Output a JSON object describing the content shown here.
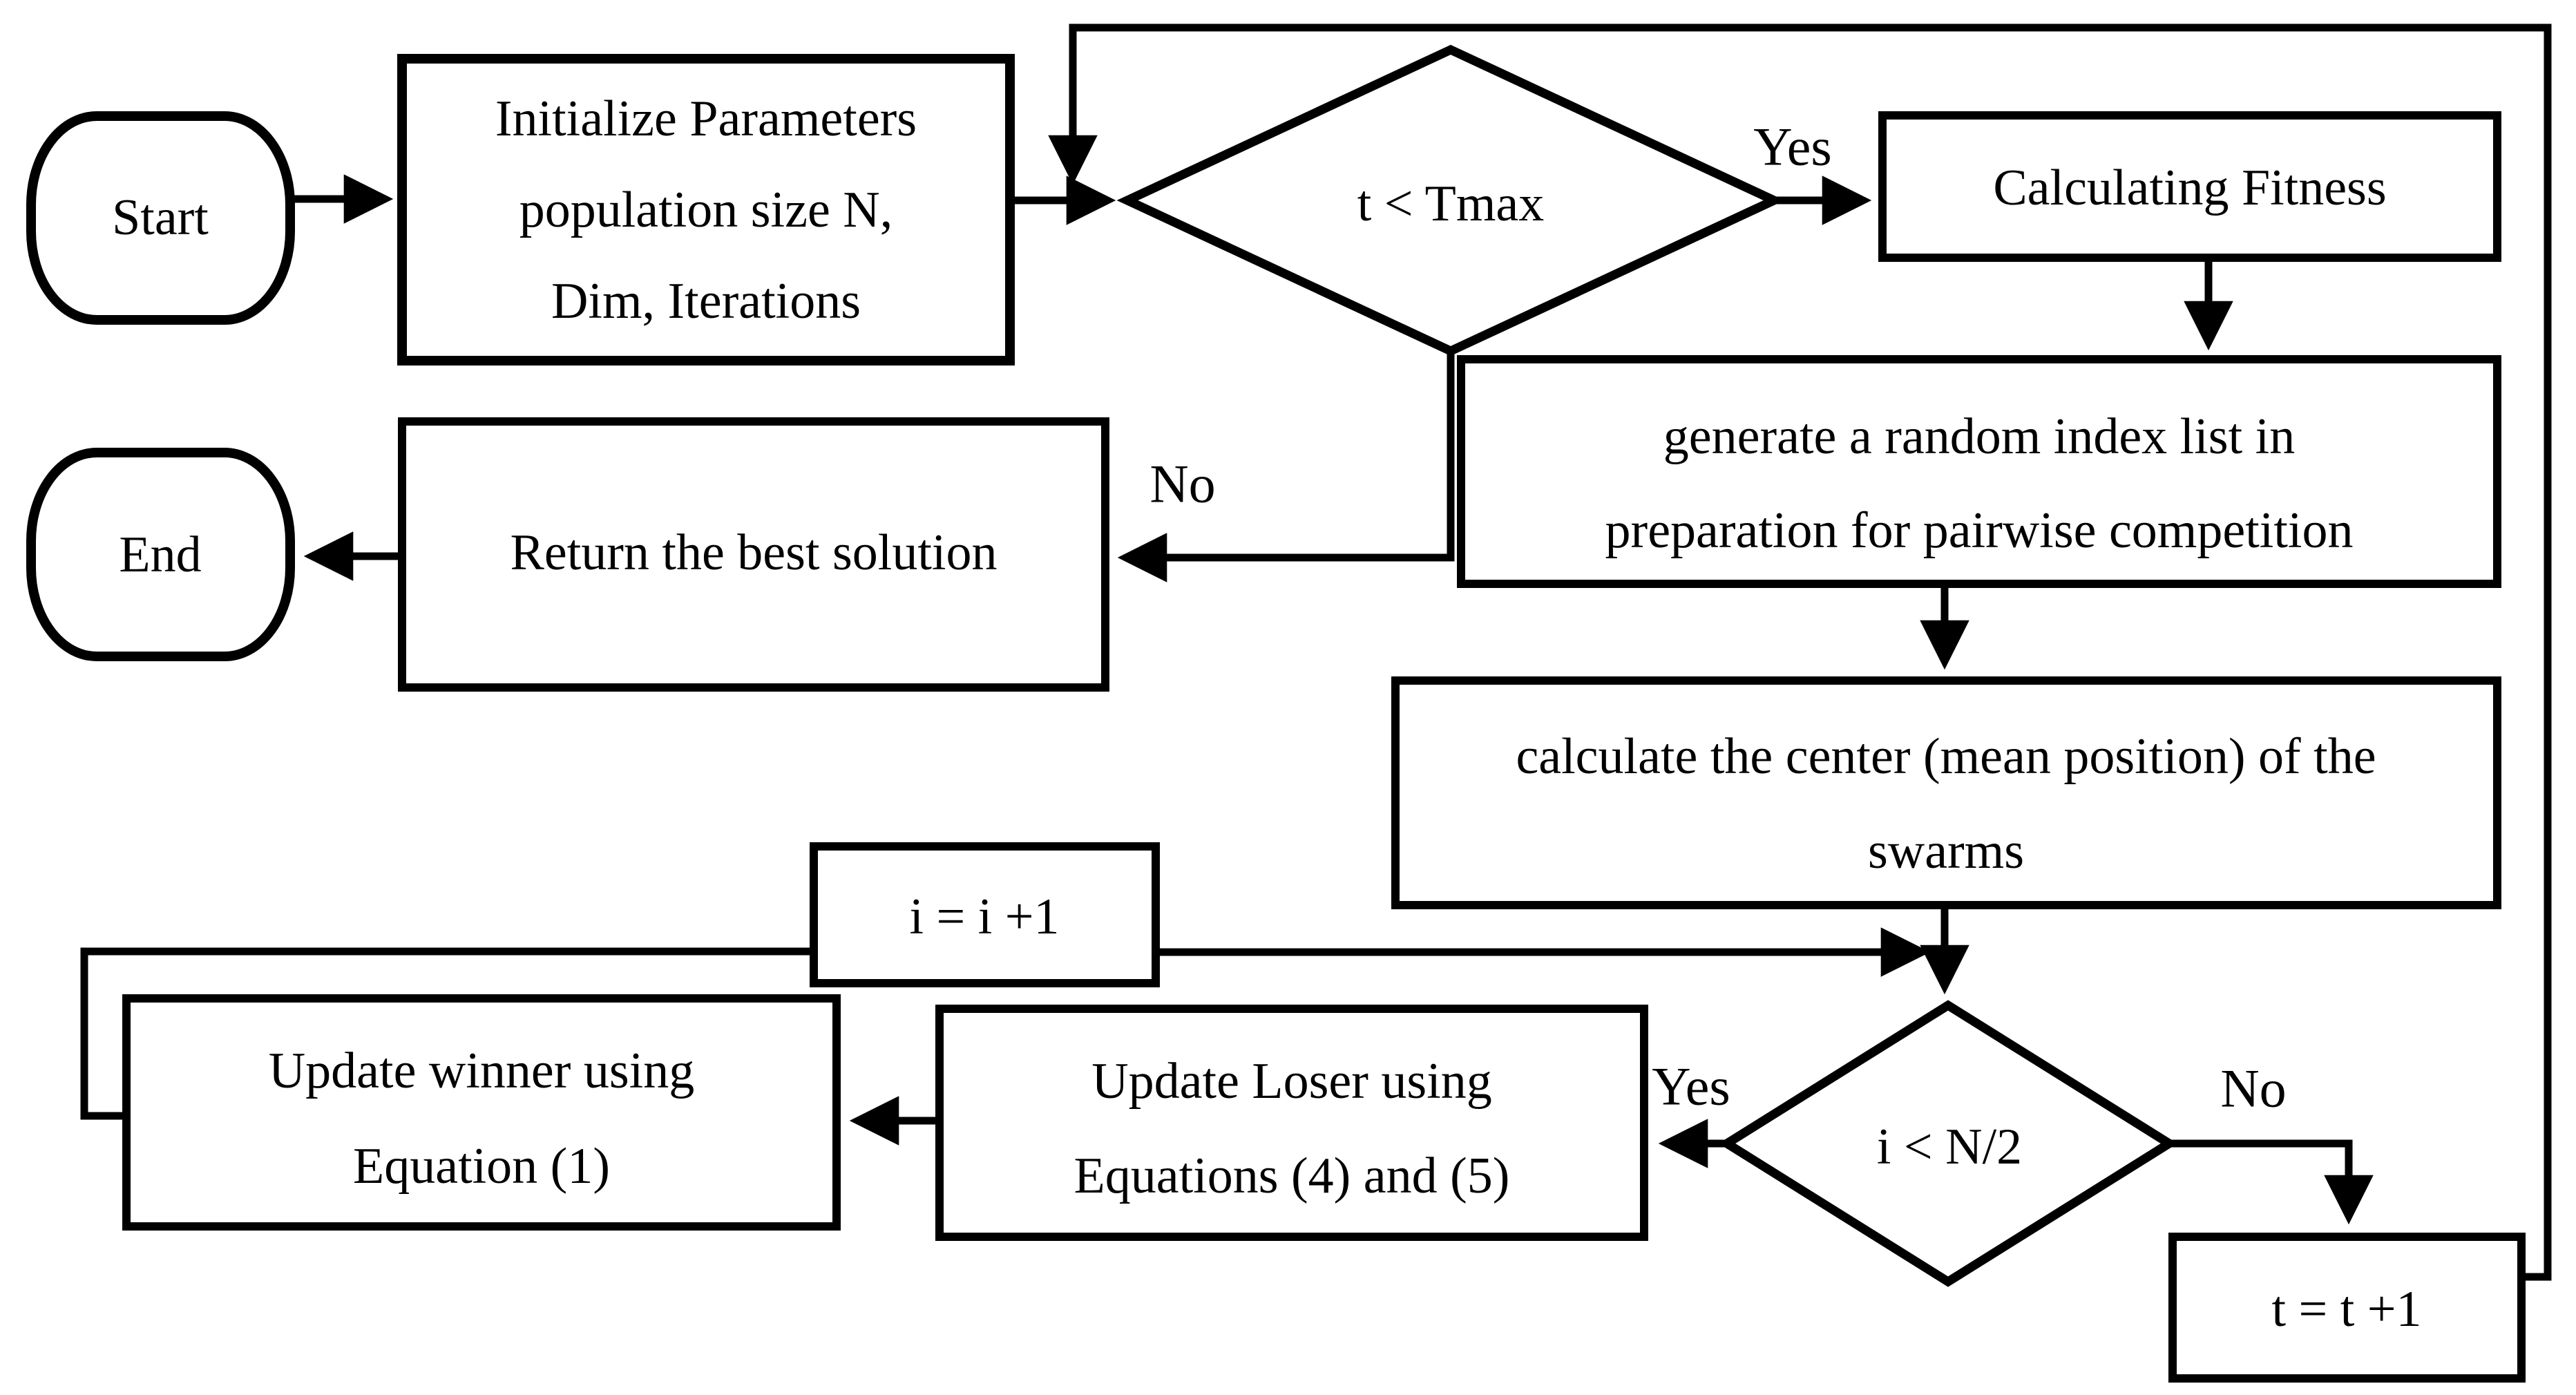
{
  "figure": {
    "type": "flowchart",
    "background_color": "#ffffff",
    "line_color": "#000000",
    "text_color": "#000000"
  },
  "nodes": {
    "start": {
      "shape": "terminator",
      "label": "Start"
    },
    "init": {
      "shape": "process",
      "lines": [
        "Initialize Parameters",
        "population size N,",
        "Dim, Iterations"
      ]
    },
    "cond_tmax": {
      "shape": "decision",
      "label": "t < Tmax"
    },
    "fitness": {
      "shape": "process",
      "label": "Calculating Fitness"
    },
    "random_index": {
      "shape": "process",
      "lines": [
        "generate a random index list in",
        "preparation for pairwise competition"
      ]
    },
    "center": {
      "shape": "process",
      "lines": [
        "calculate the center (mean position) of the",
        "swarms"
      ]
    },
    "return_best": {
      "shape": "process",
      "label": "Return the best solution"
    },
    "end": {
      "shape": "terminator",
      "label": "End"
    },
    "increment_i": {
      "shape": "process",
      "label": "i = i +1"
    },
    "update_winner": {
      "shape": "process",
      "lines": [
        "Update winner using",
        "Equation (1)"
      ]
    },
    "update_loser": {
      "shape": "process",
      "lines": [
        "Update Loser using",
        "Equations (4) and (5)"
      ]
    },
    "cond_n2": {
      "shape": "decision",
      "label": "i < N/2"
    },
    "increment_t": {
      "shape": "process",
      "label": "t = t +1"
    }
  },
  "edge_labels": {
    "tmax_yes": "Yes",
    "tmax_no": "No",
    "n2_yes": "Yes",
    "n2_no": "No"
  }
}
